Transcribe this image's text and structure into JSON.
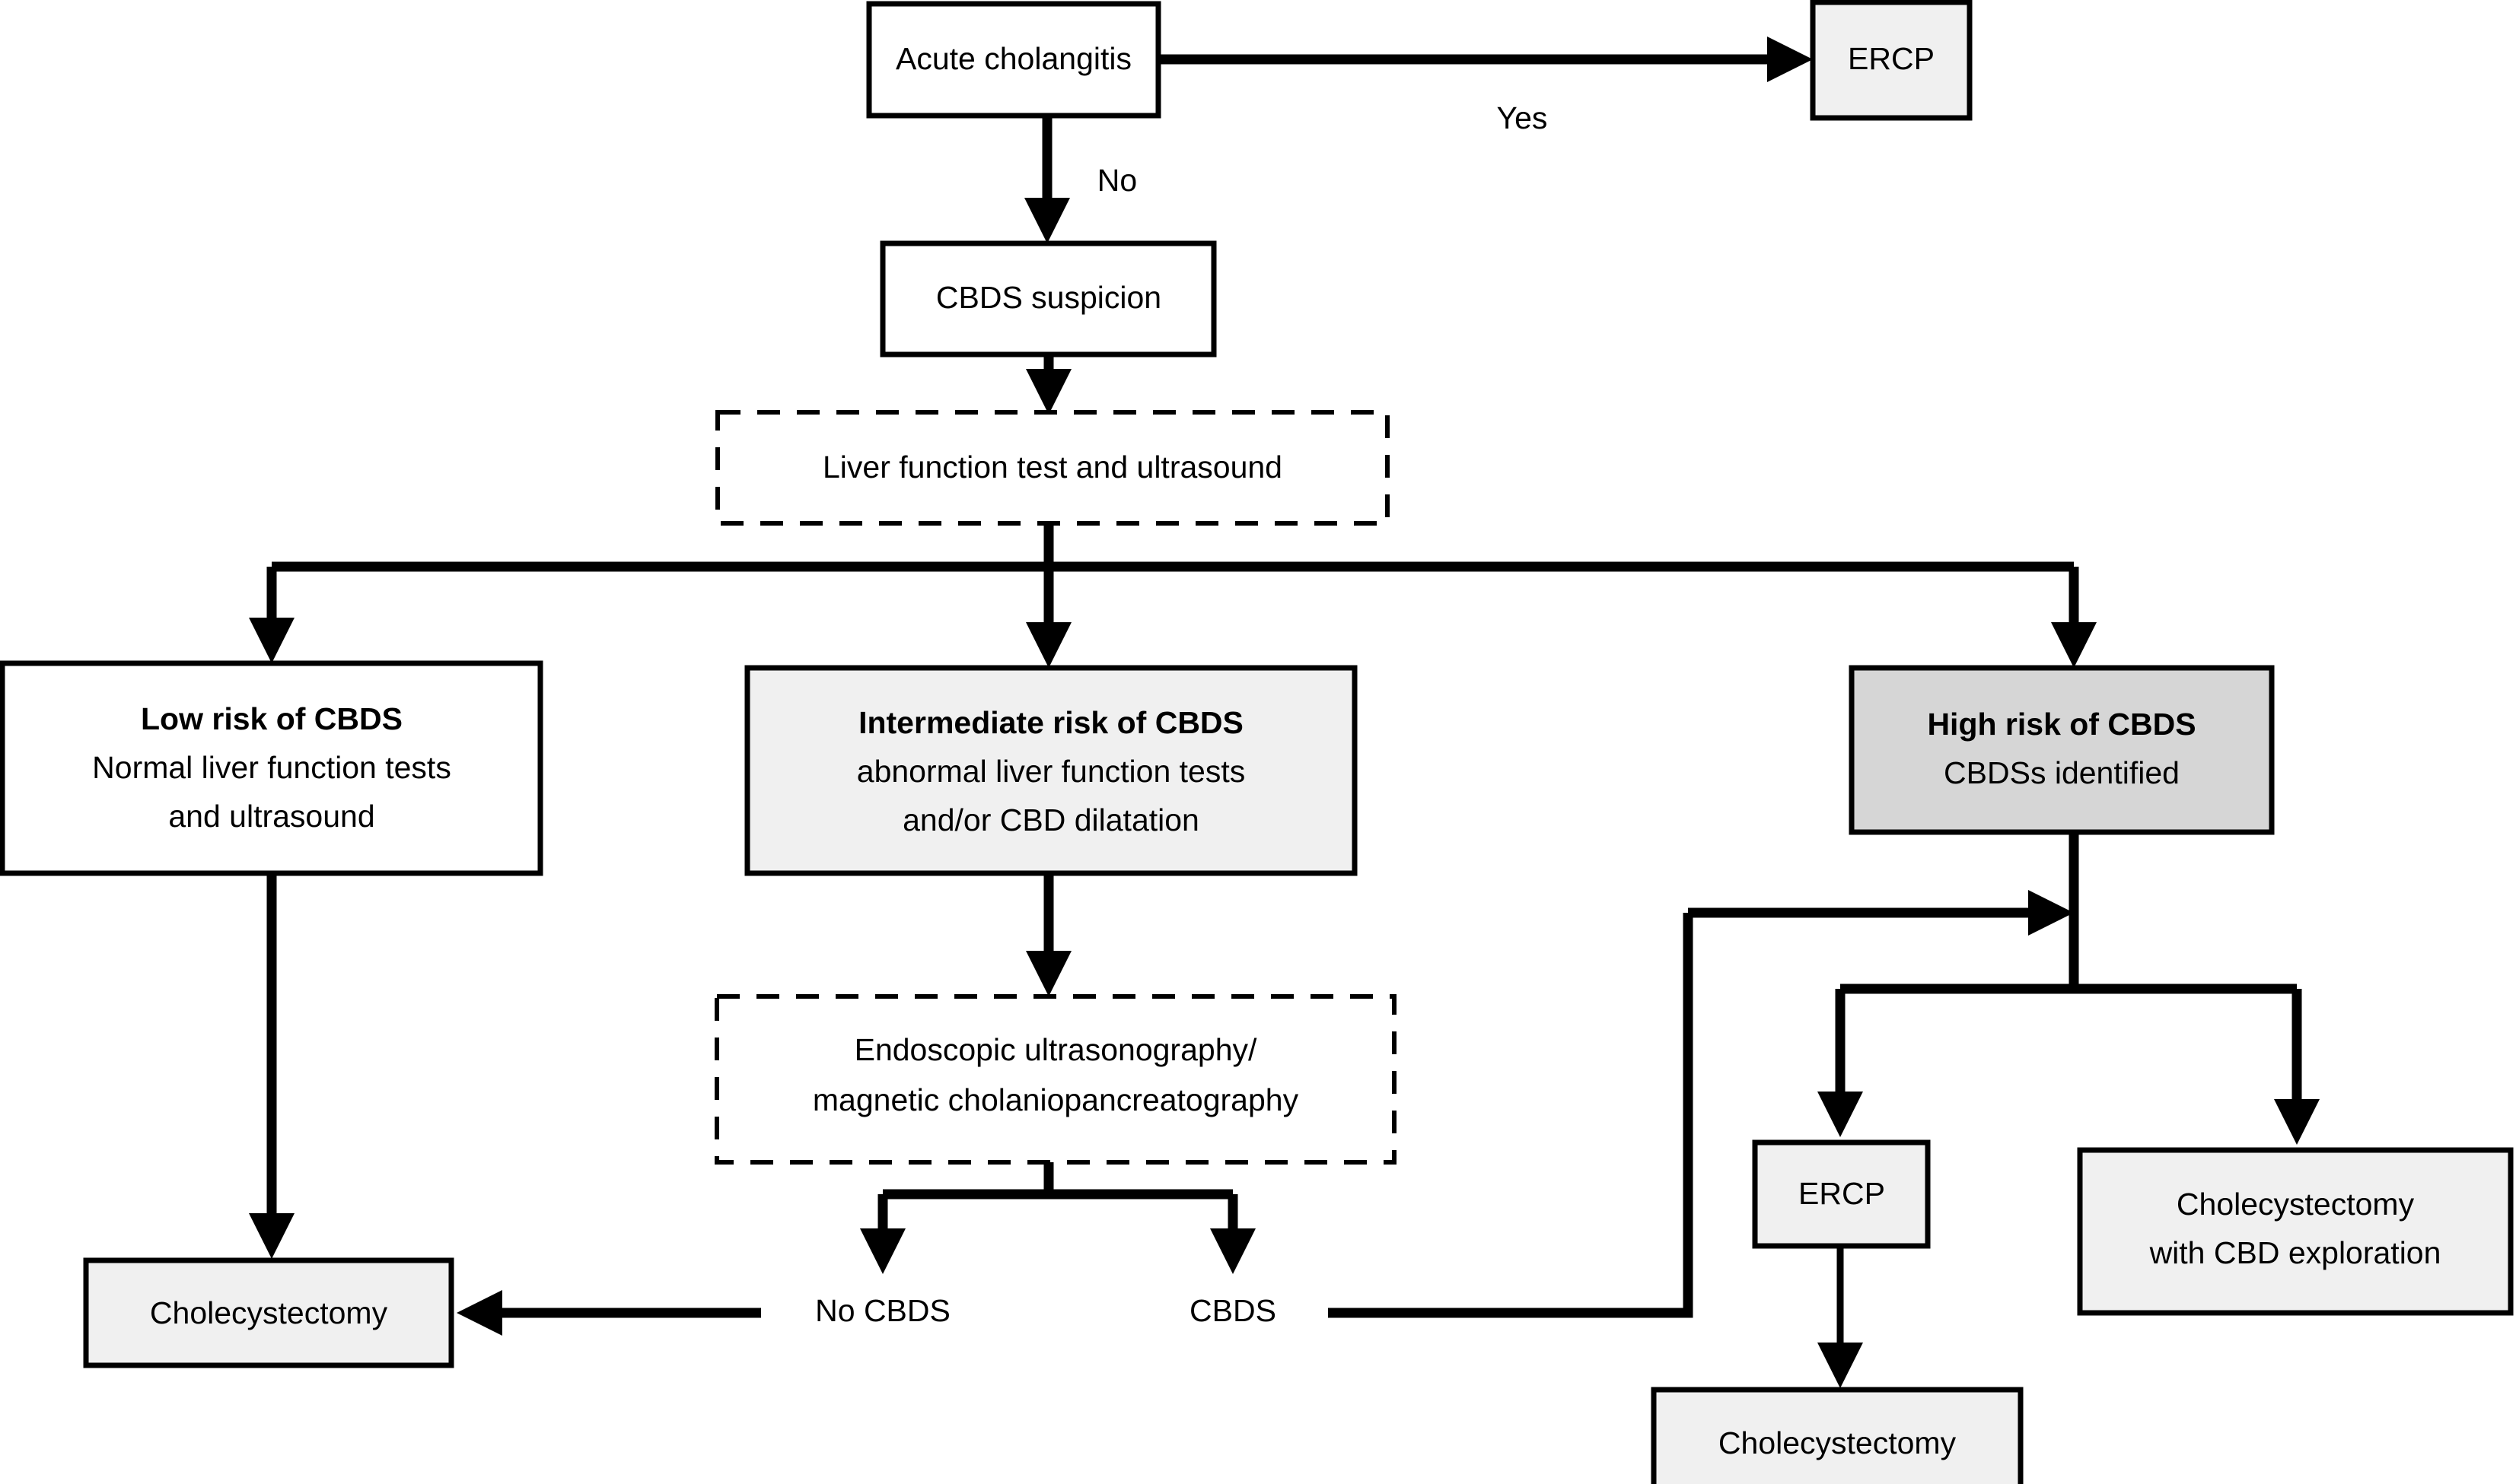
{
  "diagram": {
    "title": "CBDS management flowchart",
    "colors": {
      "stroke": "#000000",
      "fill_white": "#ffffff",
      "fill_light_gray": "#f0f0f0",
      "fill_gray": "#d6d6d6",
      "background": "#ffffff"
    }
  },
  "nodes": {
    "acute_cholangitis": {
      "label": "Acute cholangitis"
    },
    "ercp_top": {
      "label": "ERCP"
    },
    "cbds_suspicion": {
      "label": "CBDS suspicion"
    },
    "liver_function": {
      "label": "Liver function test and ultrasound"
    },
    "low_risk": {
      "title": "Low risk of CBDS",
      "line1": "Normal liver function tests",
      "line2": "and ultrasound"
    },
    "intermediate_risk": {
      "title": "Intermediate risk of CBDS",
      "line1": "abnormal liver function tests",
      "line2": "and/or CBD dilatation"
    },
    "high_risk": {
      "title": "High risk of CBDS",
      "line1": "CBDSs identified"
    },
    "eus_mrcp": {
      "line1": "Endoscopic ultrasonography/",
      "line2": "magnetic cholaniopancreatography"
    },
    "cholecystectomy_left": {
      "label": "Cholecystectomy"
    },
    "ercp_right": {
      "label": "ERCP"
    },
    "cholecystectomy_bottom": {
      "label": "Cholecystectomy"
    },
    "cholecystectomy_cbd": {
      "line1": "Cholecystectomy",
      "line2": "with CBD exploration"
    }
  },
  "edge_labels": {
    "yes": "Yes",
    "no": "No",
    "no_cbds": "No CBDS",
    "cbds": "CBDS"
  }
}
